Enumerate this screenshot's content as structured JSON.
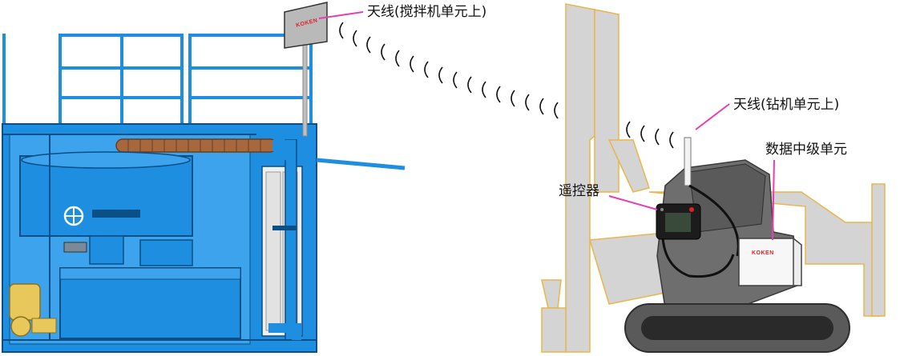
{
  "labels": {
    "antenna_mixer": "天线(搅拌机单元上)",
    "antenna_drill": "天线(钻机单元上)",
    "data_relay_unit": "数据中级单元",
    "remote_controller": "遥控器"
  },
  "brand": {
    "antenna_panel": "KOKEN",
    "relay_box": "KOKEN"
  },
  "colors": {
    "callout_line": "#e83fb0",
    "mixer_blue": "#1e8fe0",
    "mixer_outline": "#0a4f86",
    "drill_body": "#6e6e6e",
    "drill_ghost": "#d4d4d4",
    "ghost_outline": "#e8b64a",
    "brand_red": "#e0202a"
  },
  "icons": [
    "radio-wave-icon",
    "antenna-icon",
    "remote-controller-icon",
    "relay-box-icon"
  ]
}
